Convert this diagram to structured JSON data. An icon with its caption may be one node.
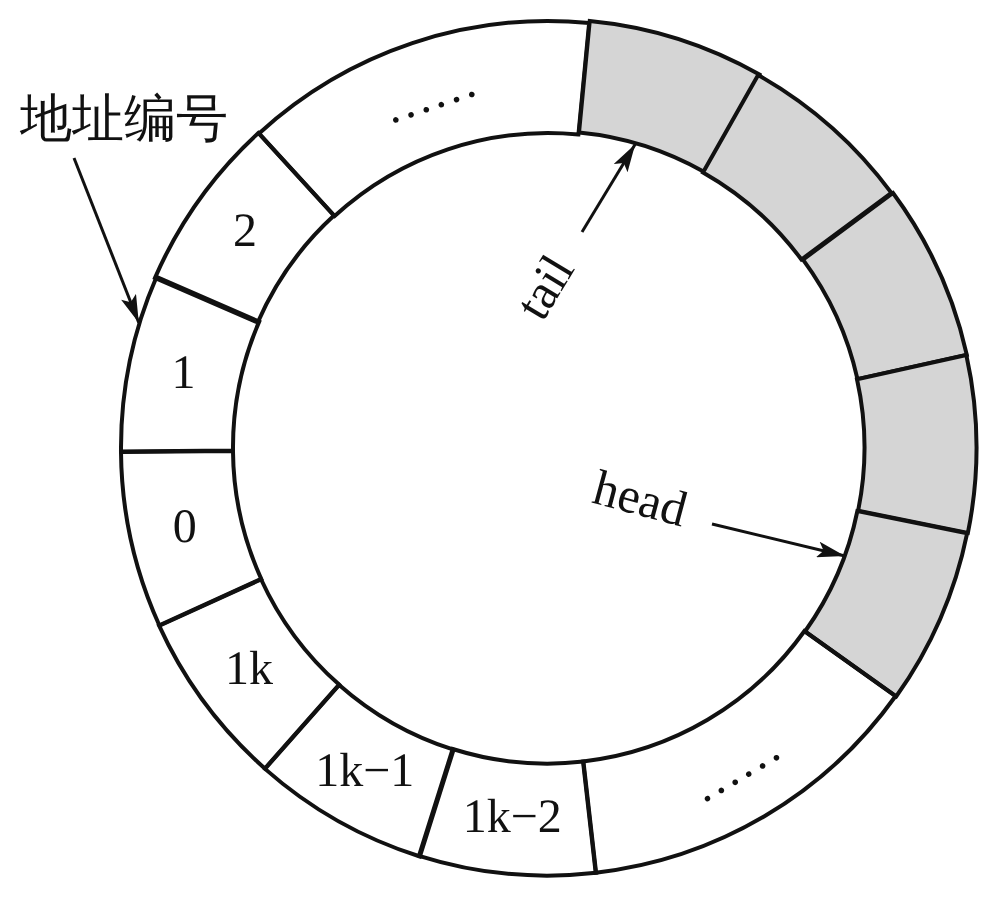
{
  "diagram": {
    "nodes": [
      {
        "text": [
          "地址编号"
        ]
      },
      {
        "text": [
          "tail"
        ]
      },
      {
        "text": [
          "head"
        ]
      },
      {
        "text": [
          "……"
        ]
      },
      {
        "text": [],
        "shape": "box"
      },
      {
        "text": [],
        "shape": "box"
      },
      {
        "text": [],
        "shape": "box"
      },
      {
        "text": [],
        "shape": "box"
      },
      {
        "text": [],
        "shape": "box"
      },
      {
        "text": [
          "……"
        ]
      },
      {
        "text": [
          "1k−2"
        ]
      },
      {
        "text": [
          "1k−1"
        ]
      },
      {
        "text": [
          "1k"
        ]
      },
      {
        "text": [
          "0"
        ]
      },
      {
        "text": [
          "1"
        ]
      },
      {
        "text": [
          "2"
        ]
      }
    ],
    "edges": [
      {
        "from": 0,
        "to": 14,
        "arrow": "to"
      },
      {
        "from": 1,
        "to": 4,
        "arrow": "to"
      },
      {
        "from": 2,
        "to": 8,
        "arrow": "to"
      }
    ]
  }
}
